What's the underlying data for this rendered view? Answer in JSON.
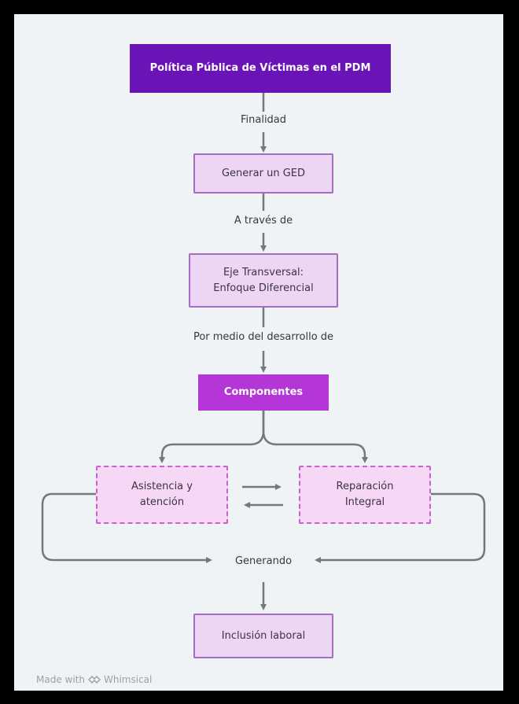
{
  "nodes": {
    "policy": "Política Pública de Víctimas en el PDM",
    "ged": "Generar un GED",
    "eje_line1": "Eje Transversal:",
    "eje_line2": "Enfoque Diferencial",
    "componentes": "Componentes",
    "asistencia_line1": "Asistencia y",
    "asistencia_line2": "atención",
    "reparacion_line1": "Reparación",
    "reparacion_line2": "Integral",
    "inclusion": "Inclusión laboral"
  },
  "edges": {
    "finalidad": "Finalidad",
    "a_traves": "A través de",
    "por_medio": "Por medio del desarrollo de",
    "generando": "Generando"
  },
  "footer": {
    "made_with": "Made with",
    "brand": "Whimsical"
  },
  "colors": {
    "dark_node": "#6a14b8",
    "mid_node": "#b536d6",
    "light_node": "#ecd6f3",
    "dashed_node": "#f6d7f5",
    "connector": "#6f7a80"
  }
}
